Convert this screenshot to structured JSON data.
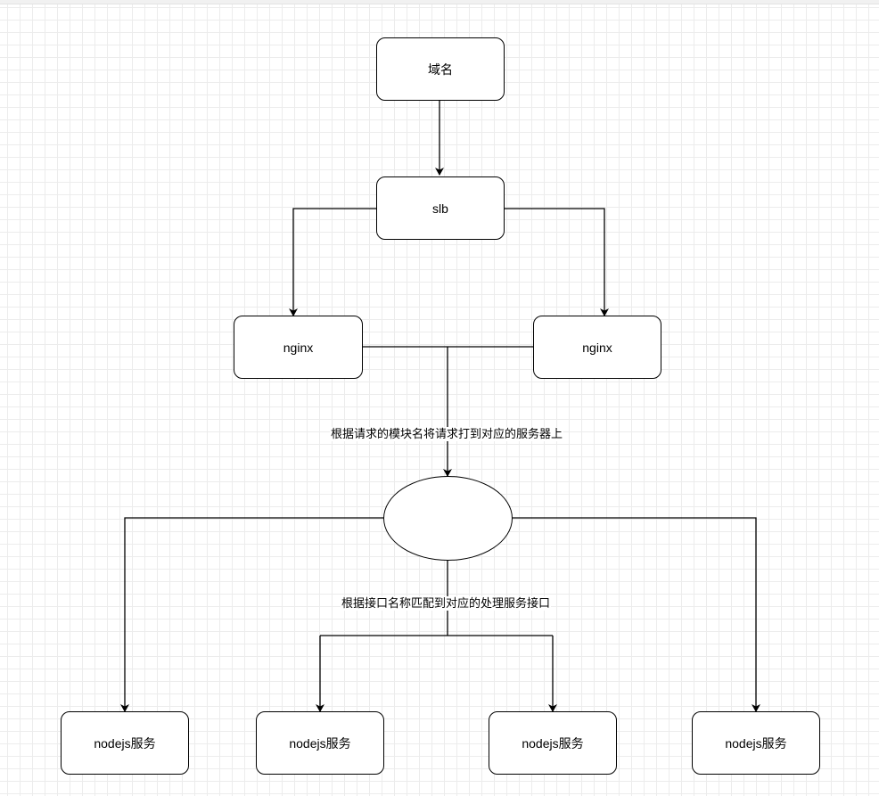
{
  "nodes": {
    "domain": "域名",
    "slb": "slb",
    "nginx_left": "nginx",
    "nginx_right": "nginx",
    "service_1": "nodejs服务",
    "service_2": "nodejs服务",
    "service_3": "nodejs服务",
    "service_4": "nodejs服务"
  },
  "edge_labels": {
    "nginx_to_router": "根据请求的模块名将请求打到对应的服务器上",
    "router_to_services": "根据接口名称匹配到对应的处理服务接口"
  },
  "colors": {
    "stroke": "#000000",
    "grid": "#ececec",
    "background": "#ffffff"
  }
}
